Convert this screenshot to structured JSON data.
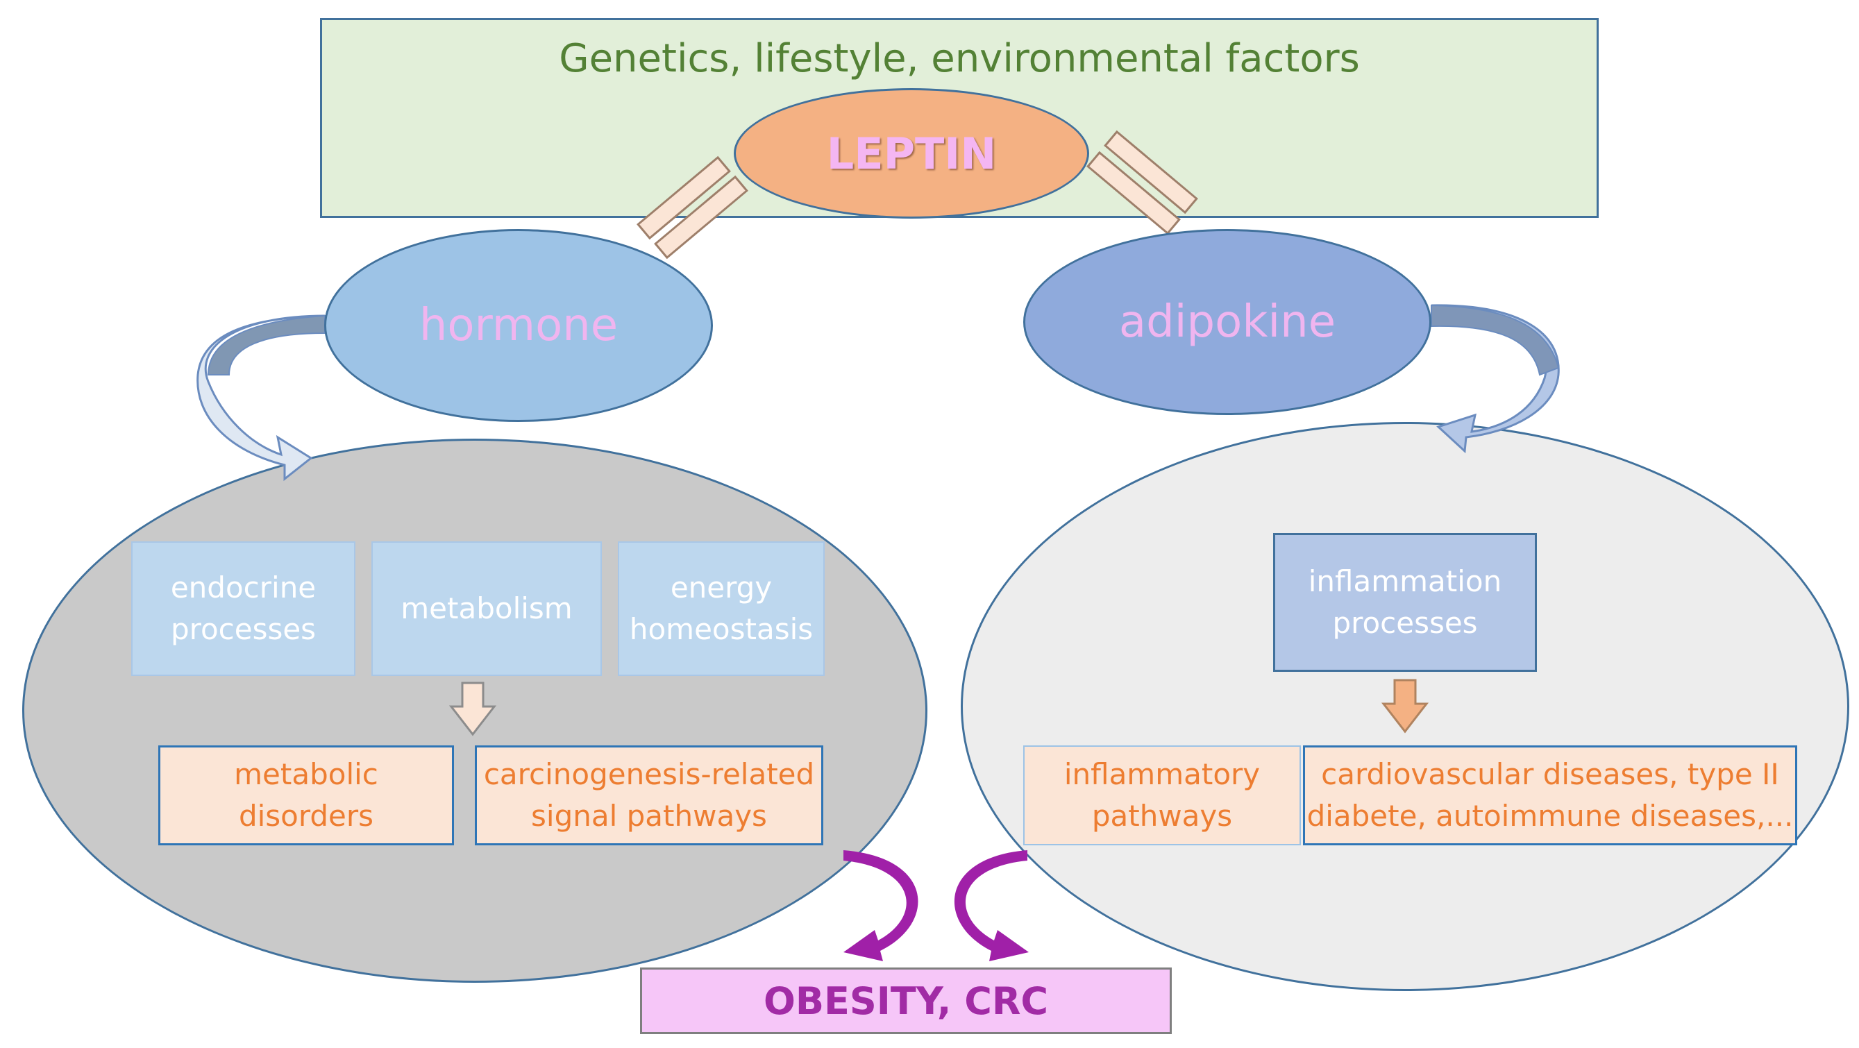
{
  "top": {
    "label": "Genetics, lifestyle, environmental factors"
  },
  "leptin": "LEPTIN",
  "hormone": "hormone",
  "adipokine": "adipokine",
  "left": {
    "boxes": [
      "endocrine\nprocesses",
      "metabolism",
      "energy\nhomeostasis"
    ],
    "outcomes": [
      "metabolic\ndisorders",
      "carcinogenesis-related\nsignal pathways"
    ]
  },
  "right": {
    "process": "inflammation\nprocesses",
    "outcomes": [
      "inflammatory\npathways",
      "cardiovascular diseases, type II\ndiabete, autoimmune diseases,..."
    ]
  },
  "result": "OBESITY, CRC",
  "colors": {
    "top_fill": "#e2efd9",
    "top_text": "#538135",
    "leptin_fill": "#f4b183",
    "hormone_fill": "#9dc3e6",
    "adipokine_fill": "#8faadc",
    "left_oval": "#c9c9c9",
    "right_oval": "#ededed",
    "outcome_text": "#ed7d31",
    "result_fill": "#f6c6f8",
    "result_text": "#a12ba5",
    "curved_arrow": "#a020a8"
  }
}
